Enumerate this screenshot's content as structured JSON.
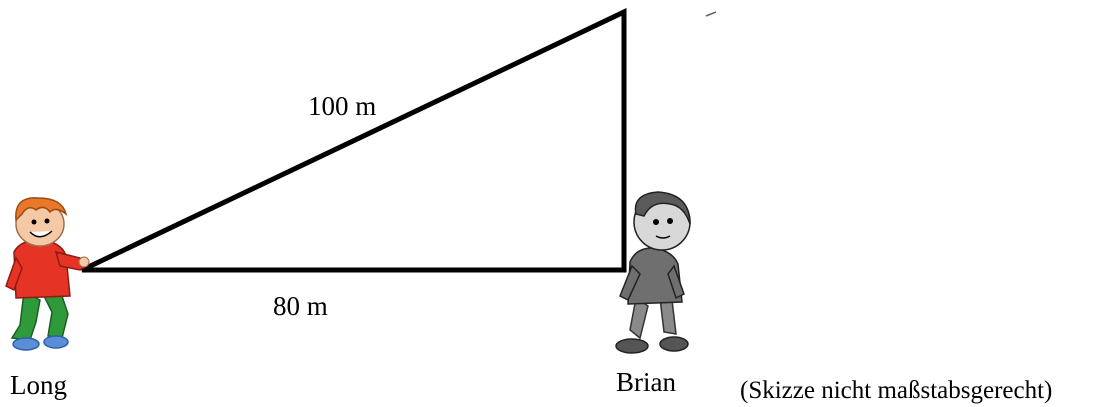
{
  "diagram": {
    "hypotenuse_label": "100 m",
    "base_label": "80 m",
    "person_left_name": "Long",
    "person_right_name": "Brian",
    "note": "(Skizze nicht maßstabsgerecht)"
  },
  "colors": {
    "line": "#000000",
    "long_shirt": "#e53425",
    "long_pants": "#2e9a3a",
    "long_hair": "#e8782a",
    "brian_clothes": "#6f6f6f"
  },
  "icons": {
    "left_figure": "boy-pointing-figure",
    "right_figure": "boy-standing-figure"
  }
}
